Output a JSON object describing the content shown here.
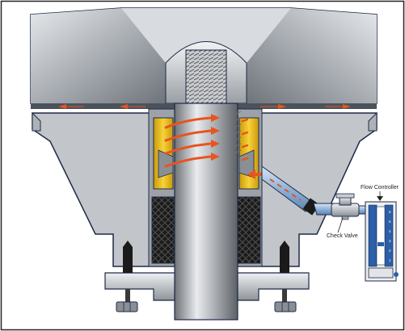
{
  "labels": {
    "flow_controller": "Flow Controller",
    "check_valve": "Check Valve"
  },
  "gauge_ticks": [
    "6",
    "5",
    "4",
    "3",
    "2",
    "1"
  ],
  "colors": {
    "body_fill": "#c2c5ca",
    "outline": "#1e2a46",
    "packing_yellow": "#f2c21b",
    "packing_black": "#1a1a1a",
    "arrow": "#e8541e",
    "tube_blue": "#8fb3d9",
    "gauge_blue": "#2b5fa8"
  },
  "icons": {
    "flow_arrow": "orange-arrow-icon",
    "hex_nut": "hex-nut-icon",
    "bolt": "bolt-icon"
  }
}
